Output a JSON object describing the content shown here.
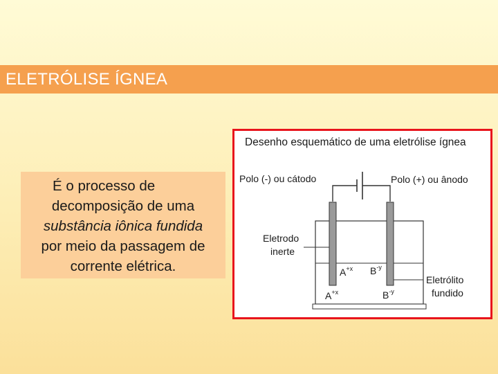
{
  "title": "ELETRÓLISE ÍGNEA",
  "definition": {
    "line1": "É o processo de",
    "line2": "decomposição de uma",
    "line3": "substância iônica fundida",
    "line4": "por meio da passagem de",
    "line5": "corrente elétrica."
  },
  "diagram": {
    "caption": "Desenho esquemático de uma eletrólise ígnea",
    "cathode_label": "Polo  (-) ou cátodo",
    "anode_label": "Polo  (+) ou ânodo",
    "electrode_label_1": "Eletrodo",
    "electrode_label_2": "inerte",
    "electrolyte_label_1": "Eletrólito",
    "electrolyte_label_2": "fundido",
    "cation_upper": "A",
    "cation_upper_charge": "+x",
    "anion_upper": "B",
    "anion_upper_charge": "-y",
    "cation_lower": "A",
    "cation_lower_charge": "+x",
    "anion_lower": "B",
    "anion_lower_charge": "-y",
    "border_color": "#e8141c"
  }
}
